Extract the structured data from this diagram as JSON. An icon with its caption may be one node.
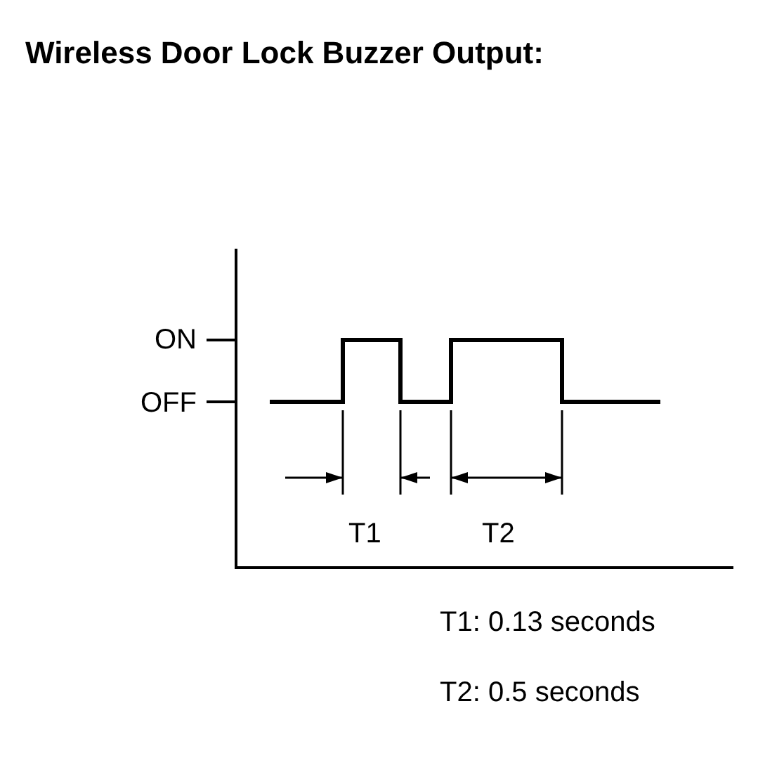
{
  "diagram": {
    "title": "Wireless Door Lock Buzzer Output:",
    "labels": [
      "ON",
      "OFF",
      "T1",
      "T2",
      "T1: 0.13 seconds",
      "T2: 0.5 seconds"
    ]
  }
}
